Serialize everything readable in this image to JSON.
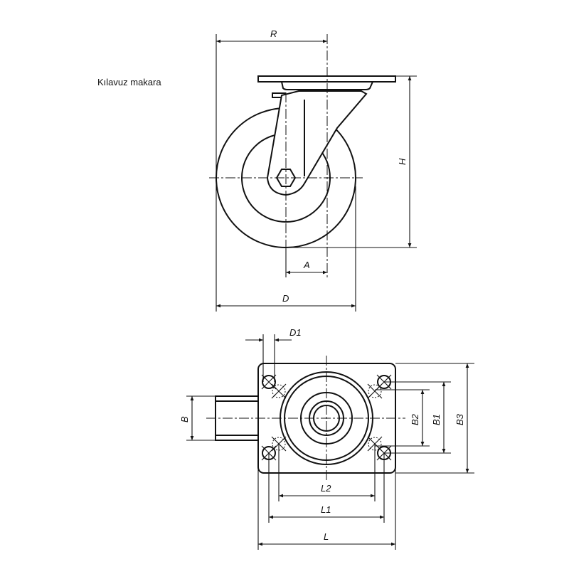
{
  "caption": "Kılavuz makara",
  "side_view": {
    "labels": {
      "R": "R",
      "H": "H",
      "A": "A",
      "D": "D"
    }
  },
  "top_view": {
    "labels": {
      "D1": "D1",
      "B": "B",
      "B2": "B2",
      "B1": "B1",
      "B3": "B3",
      "L2": "L2",
      "L1": "L1",
      "L": "L"
    }
  }
}
